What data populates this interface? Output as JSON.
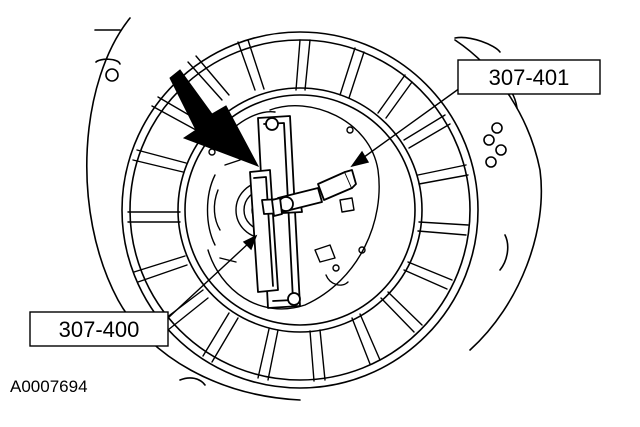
{
  "diagram": {
    "callouts": [
      {
        "id": "tool-top",
        "text": "307-401"
      },
      {
        "id": "tool-bottom",
        "text": "307-400"
      }
    ],
    "figure_id": "A0007694"
  }
}
